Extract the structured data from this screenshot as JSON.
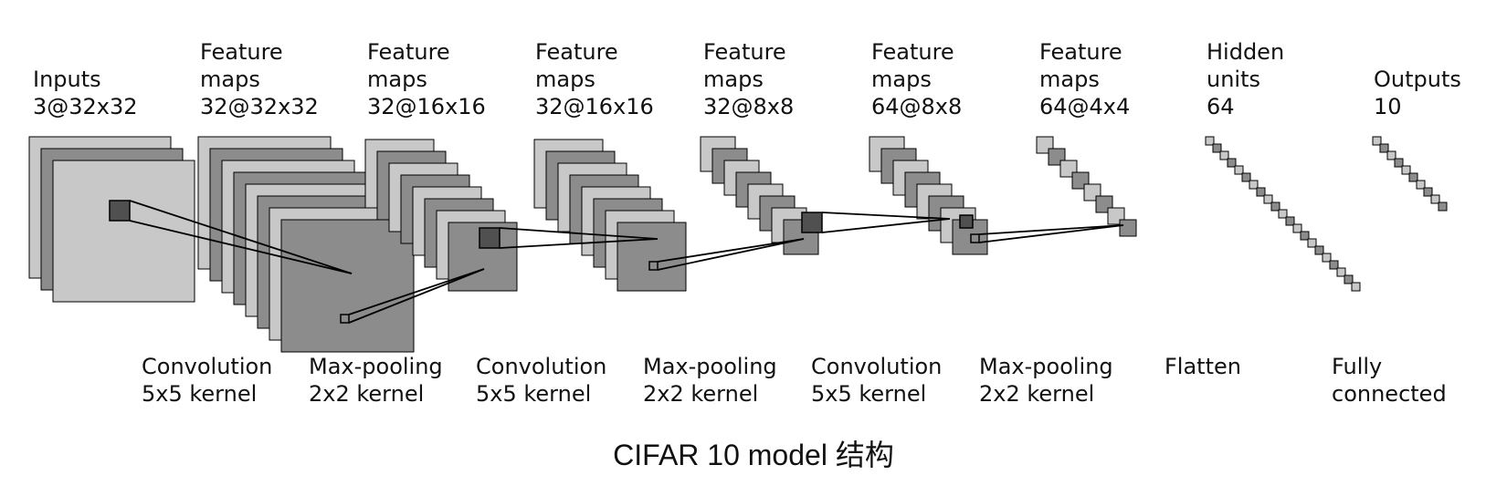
{
  "colors": {
    "light": "#c8c8c8",
    "mid": "#8c8c8c",
    "dark": "#505050",
    "stroke": "#000000",
    "text": "#111111"
  },
  "stages": [
    {
      "label": [
        "Inputs",
        "3@32x32"
      ]
    },
    {
      "label": [
        "Feature",
        "maps",
        "32@32x32"
      ]
    },
    {
      "label": [
        "Feature",
        "maps",
        "32@16x16"
      ]
    },
    {
      "label": [
        "Feature",
        "maps",
        "32@16x16"
      ]
    },
    {
      "label": [
        "Feature",
        "maps",
        "32@8x8"
      ]
    },
    {
      "label": [
        "Feature",
        "maps",
        "64@8x8"
      ]
    },
    {
      "label": [
        "Feature",
        "maps",
        "64@4x4"
      ]
    },
    {
      "label": [
        "Hidden",
        "units",
        "64"
      ]
    },
    {
      "label": [
        "Outputs",
        "10"
      ]
    }
  ],
  "operations": [
    {
      "label": [
        "Convolution",
        "5x5 kernel"
      ]
    },
    {
      "label": [
        "Max-pooling",
        "2x2 kernel"
      ]
    },
    {
      "label": [
        "Convolution",
        "5x5 kernel"
      ]
    },
    {
      "label": [
        "Max-pooling",
        "2x2 kernel"
      ]
    },
    {
      "label": [
        "Convolution",
        "5x5 kernel"
      ]
    },
    {
      "label": [
        "Max-pooling",
        "2x2 kernel"
      ]
    },
    {
      "label": [
        "Flatten"
      ]
    },
    {
      "label": [
        "Fully",
        "connected"
      ]
    }
  ],
  "caption": "CIFAR 10 model 结构"
}
